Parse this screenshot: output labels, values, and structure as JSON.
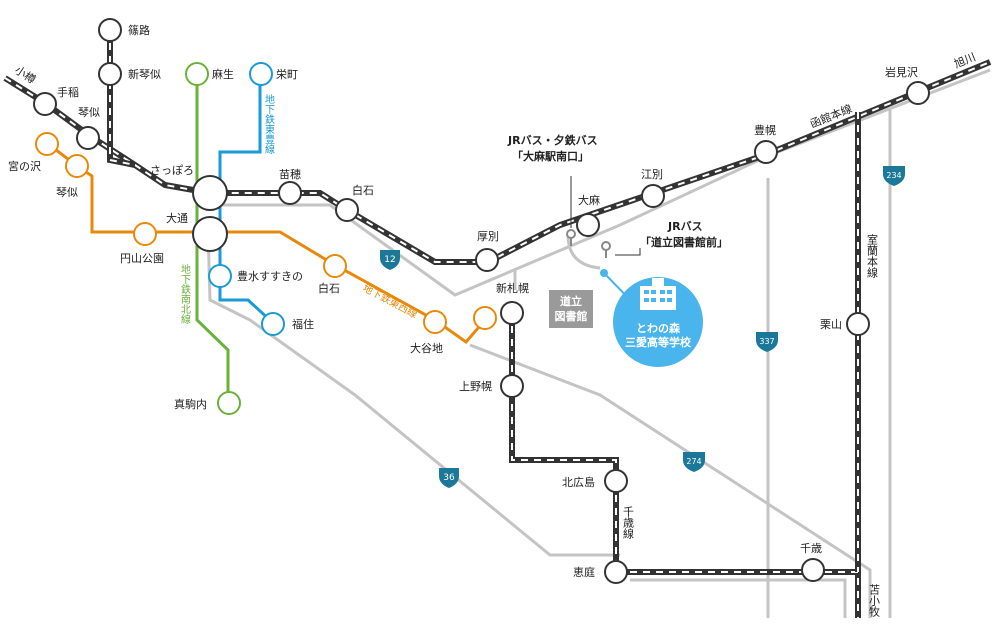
{
  "colors": {
    "jr": "#333333",
    "namboku": "#6ab23a",
    "toho": "#1a9ad6",
    "tozai": "#e8890c",
    "road": "#c4c4c4",
    "route_badge": "#1b7898",
    "school": "#4ab4ec",
    "library": "#9a9a9a"
  },
  "direction_labels": {
    "otaru": "小樽",
    "asahikawa": "旭川",
    "tomakomai": "苫小牧"
  },
  "line_labels": {
    "hakodate": "函館本線",
    "muroran": "室蘭本線",
    "chitose": "千歳線",
    "namboku": "地下鉄南北線",
    "toho": "地下鉄東豊線",
    "tozai": "地下鉄東西線"
  },
  "stations": {
    "shinoro": "篠路",
    "shinkotoni": "新琴似",
    "teine": "手稲",
    "kotoni_jr": "琴似",
    "sapporo": "さっぽろ",
    "naebo": "苗穂",
    "shiroishi_jr": "白石",
    "atsubetsu": "厚別",
    "oasa": "大麻",
    "ebetsu": "江別",
    "toyohoro": "豊幌",
    "iwamizawa": "岩見沢",
    "shinsapporo": "新札幌",
    "kaminopporo": "上野幌",
    "kitahiroshima": "北広島",
    "eniwa": "恵庭",
    "chitose": "千歳",
    "kuriyama": "栗山",
    "asabu": "麻生",
    "sakaemachi": "栄町",
    "miyanosawa": "宮の沢",
    "kotoni_sub": "琴似",
    "odori": "大通",
    "maruyama": "円山公園",
    "toyohira": "豊水すすきの",
    "fukuzumi": "福住",
    "makomanai": "真駒内",
    "shiroishi_sub": "白石",
    "oyachi": "大谷地"
  },
  "bus_stops": {
    "stop1": [
      "JRバス・夕鉄バス",
      "「大麻駅南口」"
    ],
    "stop2": [
      "JRバス",
      "「道立図書館前」"
    ]
  },
  "library": [
    "道立",
    "図書館"
  ],
  "school": [
    "とわの森",
    "三愛高等学校"
  ],
  "route_numbers": {
    "r12": "12",
    "r36": "36",
    "r234": "234",
    "r274": "274",
    "r337": "337"
  }
}
